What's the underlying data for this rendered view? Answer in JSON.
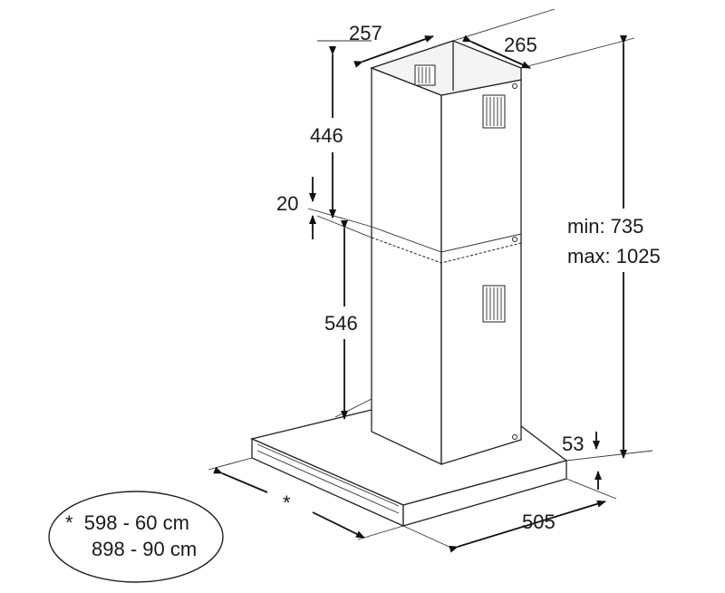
{
  "dimensions": {
    "chimney_width": "257",
    "chimney_depth": "265",
    "upper_chimney_height": "446",
    "overlap": "20",
    "lower_chimney_height": "546",
    "total_height_min": "min: 735",
    "total_height_max": "max: 1025",
    "canopy_thickness": "53",
    "canopy_depth": "505",
    "canopy_width_marker": "*"
  },
  "legend": {
    "line1": "*  598 - 60 cm",
    "line2": "898 - 90 cm"
  }
}
